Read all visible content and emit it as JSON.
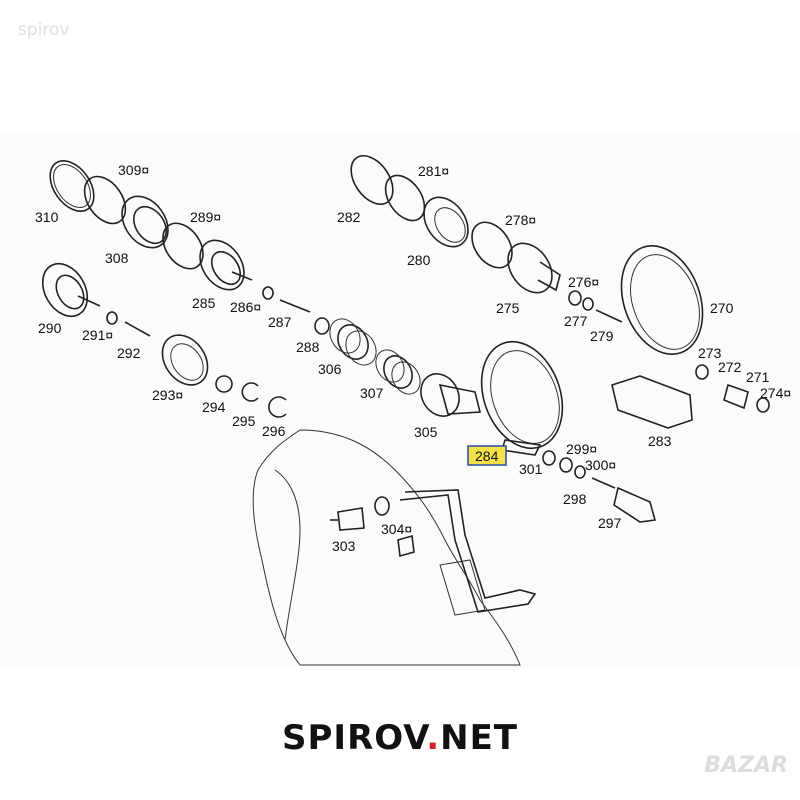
{
  "watermark": "spirov",
  "brand": {
    "name": "SPIROV",
    "dot": ".",
    "tld": "NET"
  },
  "bazar_watermark": "BAZAR",
  "highlight_color": "#f5e24a",
  "parts": {
    "p270": "270",
    "p271": "271",
    "p272": "272",
    "p273": "273",
    "p274": "274¤",
    "p275": "275",
    "p276": "276¤",
    "p277": "277",
    "p278": "278¤",
    "p279": "279",
    "p280": "280",
    "p281": "281¤",
    "p282": "282",
    "p283": "283",
    "p284": "284",
    "p285": "285",
    "p286": "286¤",
    "p287": "287",
    "p288": "288",
    "p289": "289¤",
    "p290": "290",
    "p291": "291¤",
    "p292": "292",
    "p293": "293¤",
    "p294": "294",
    "p295": "295",
    "p296": "296",
    "p297": "297",
    "p298": "298",
    "p299": "299¤",
    "p300": "300¤",
    "p301": "301",
    "p303": "303",
    "p304": "304¤",
    "p305": "305",
    "p306": "306",
    "p307": "307",
    "p308": "308",
    "p309": "309¤",
    "p310": "310"
  }
}
